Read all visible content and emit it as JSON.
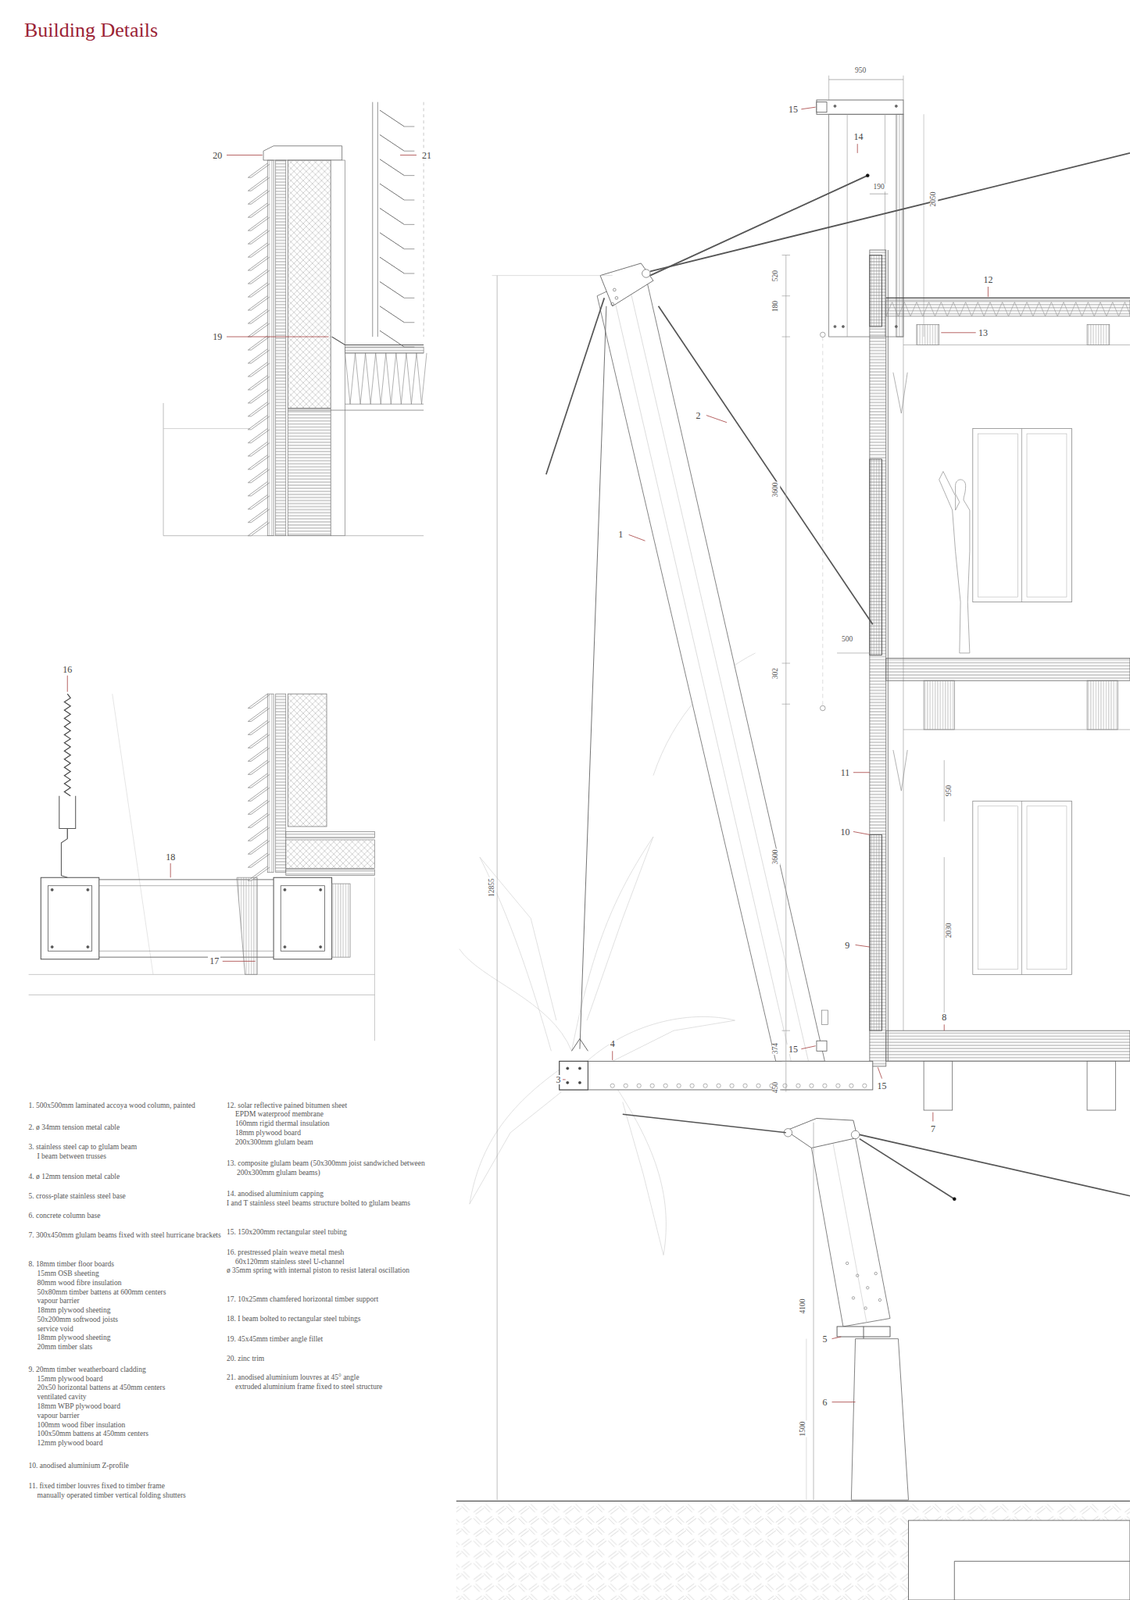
{
  "diagram": {
    "title": "Building Details",
    "labels": [
      "20",
      "21",
      "19",
      "16",
      "18",
      "17",
      "950",
      "15",
      "14",
      "190",
      "2050",
      "520",
      "12",
      "180",
      "13",
      "2",
      "3600",
      "1",
      "500",
      "302",
      "11",
      "950",
      "10",
      "3600",
      "12855",
      "9",
      "2030",
      "8",
      "4",
      "374",
      "15",
      "3",
      "15",
      "450",
      "7",
      "4100",
      "5",
      "6",
      "1500",
      "1. 500x500mm laminated accoya wood column, painted",
      "2. ø 34mm tension metal cable",
      "3. stainless steel cap to glulam beam",
      "I beam between trusses",
      "4. ø 12mm tension metal cable",
      "5. cross-plate stainless steel base",
      "6. concrete column base",
      "7. 300x450mm glulam beams fixed with steel hurricane brackets",
      "8. 18mm timber floor boards",
      "15mm OSB sheeting",
      "80mm wood fibre insulation",
      "50x80mm timber battens at 600mm centers",
      "vapour barrier",
      "18mm plywood sheeting",
      "50x200mm softwood joists",
      "service void",
      "18mm plywood sheeting",
      "20mm timber slats",
      "9. 20mm timber weatherboard cladding",
      "15mm plywood board",
      "20x50 horizontal battens at 450mm centers",
      "ventilated cavity",
      "18mm WBP plywood board",
      "vapour barrier",
      "100mm wood fiber insulation",
      "100x50mm battens at 450mm centers",
      "12mm plywood board",
      "10. anodised aluminium Z-profile",
      "11. fixed timber louvres fixed to timber frame",
      "manually operated timber vertical folding shutters",
      "12. solar reflective pained bitumen sheet",
      "EPDM waterproof membrane",
      "160mm rigid thermal insulation",
      "18mm plywood board",
      "200x300mm glulam beam",
      "13. composite glulam beam (50x300mm joist sandwiched between 200x300mm glulam beams)",
      "14. anodised aluminium capping",
      "I and T stainless steel beams structure bolted to glulam beams",
      "15. 150x200mm rectangular steel tubing",
      "16. prestressed plain weave metal mesh",
      "60x120mm stainless steel U-channel",
      "ø 35mm spring with internal piston to resist lateral oscillation",
      "17. 10x25mm chamfered horizontal timber support",
      "18. I beam bolted to rectangular steel tubings",
      "19. 45x45mm timber angle fillet",
      "20. zinc trim",
      "21. anodised aluminium louvres at 45° angle",
      "extruded aluminium frame fixed to steel structure"
    ]
  }
}
